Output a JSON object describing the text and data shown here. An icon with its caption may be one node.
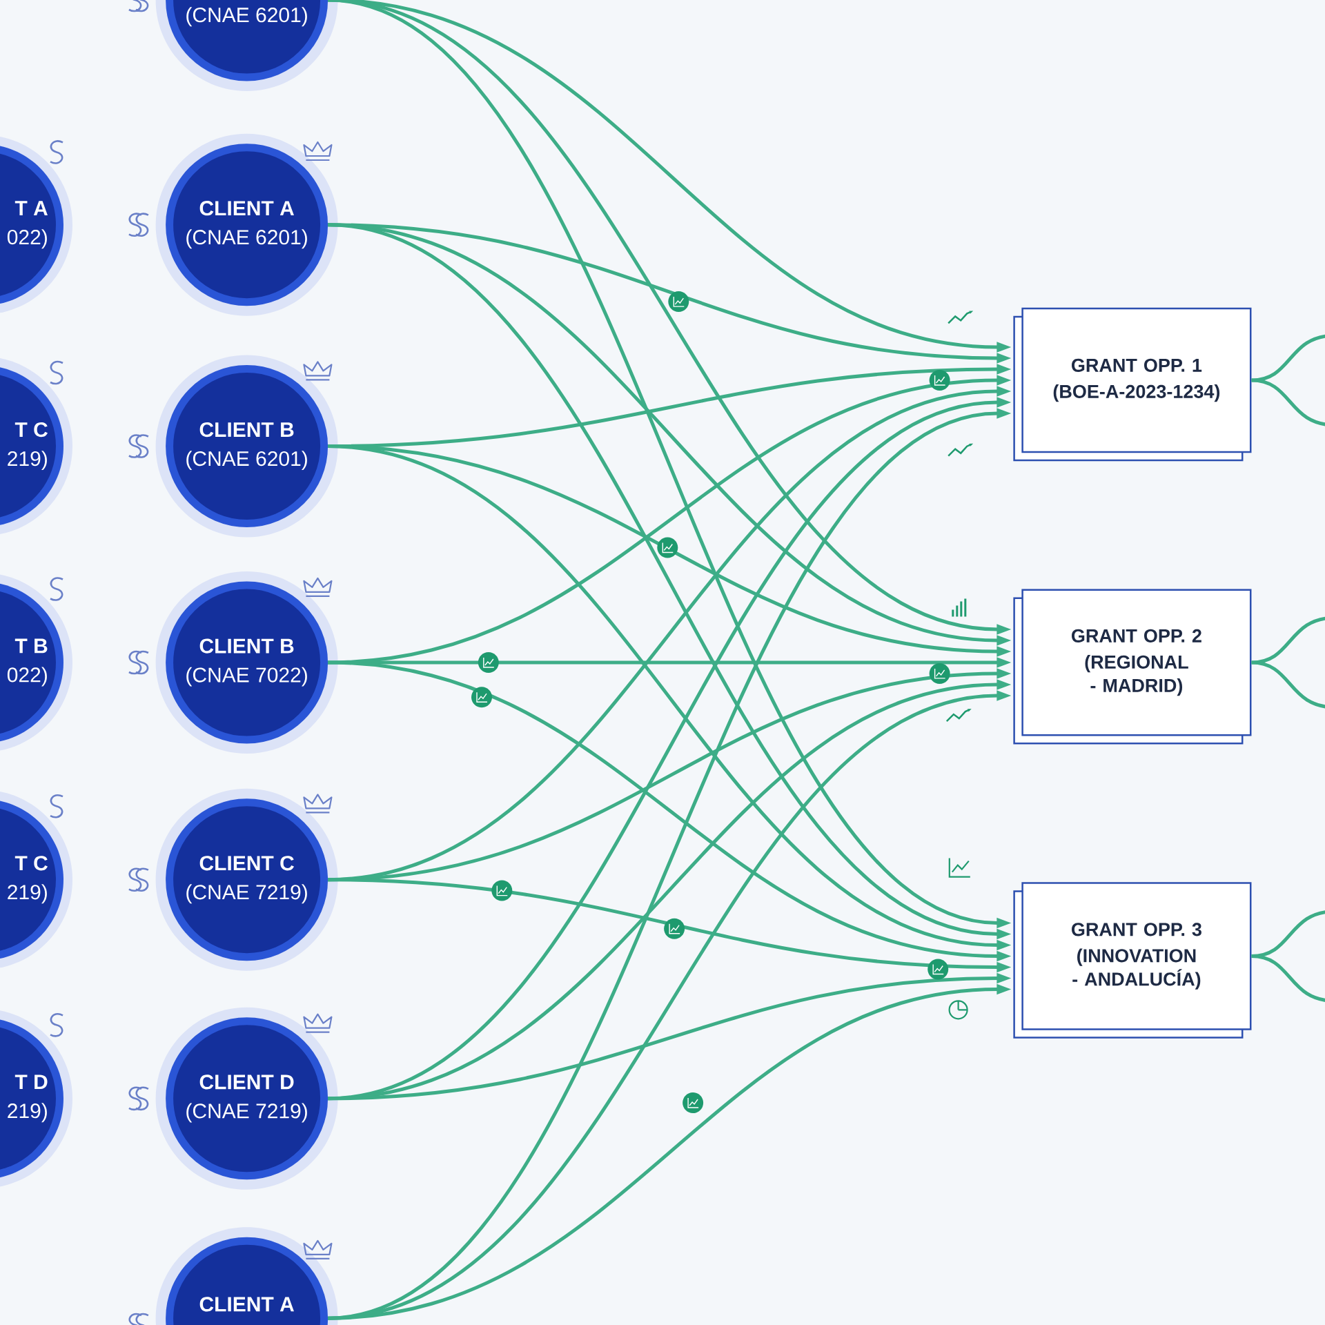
{
  "diagram": {
    "nodes": [
      {
        "text": [
          "T A",
          "022)"
        ]
      },
      {
        "text": [
          "T C",
          "219)"
        ]
      },
      {
        "text": [
          "T B",
          "022)"
        ]
      },
      {
        "text": [
          "T C",
          "219)"
        ]
      },
      {
        "text": [
          "T D",
          "219)"
        ]
      },
      {
        "text": [
          "(CNAE 6201)"
        ]
      },
      {
        "text": [
          "CLIENT A",
          "(CNAE 6201)"
        ]
      },
      {
        "text": [
          "CLIENT B",
          "(CNAE 6201)"
        ]
      },
      {
        "text": [
          "CLIENT B",
          "(CNAE 7022)"
        ]
      },
      {
        "text": [
          "CLIENT C",
          "(CNAE 7219)"
        ]
      },
      {
        "text": [
          "CLIENT D",
          "(CNAE 7219)"
        ]
      },
      {
        "text": [
          "CLIENT A"
        ]
      },
      {
        "text": [
          "GRANT OPP. 1",
          "(BOE-A-2023-1234)"
        ]
      },
      {
        "text": [
          "GRANT OPP. 2",
          "(REGIONAL - MADRID)"
        ]
      },
      {
        "text": [
          "GRANT OPP. 3",
          "(INNOVATION - ANDALUCÍA)"
        ]
      }
    ],
    "edges": [
      {
        "from": 5,
        "to": 12,
        "arrow": "to"
      },
      {
        "from": 5,
        "to": 13,
        "arrow": "to"
      },
      {
        "from": 5,
        "to": 14,
        "arrow": "to"
      },
      {
        "from": 6,
        "to": 12,
        "arrow": "to"
      },
      {
        "from": 6,
        "to": 13,
        "arrow": "to"
      },
      {
        "from": 6,
        "to": 14,
        "arrow": "to"
      },
      {
        "from": 7,
        "to": 12,
        "arrow": "to"
      },
      {
        "from": 7,
        "to": 13,
        "arrow": "to"
      },
      {
        "from": 7,
        "to": 14,
        "arrow": "to"
      },
      {
        "from": 8,
        "to": 12,
        "arrow": "to"
      },
      {
        "from": 8,
        "to": 13,
        "arrow": "to"
      },
      {
        "from": 8,
        "to": 14,
        "arrow": "to"
      },
      {
        "from": 9,
        "to": 12,
        "arrow": "to"
      },
      {
        "from": 9,
        "to": 13,
        "arrow": "to"
      },
      {
        "from": 9,
        "to": 14,
        "arrow": "to"
      },
      {
        "from": 10,
        "to": 12,
        "arrow": "to"
      },
      {
        "from": 10,
        "to": 13,
        "arrow": "to"
      },
      {
        "from": 10,
        "to": 14,
        "arrow": "to"
      },
      {
        "from": 11,
        "to": 12,
        "arrow": "to"
      },
      {
        "from": 11,
        "to": 13,
        "arrow": "to"
      },
      {
        "from": 11,
        "to": 14,
        "arrow": "to"
      },
      {
        "from": 12,
        "to": null,
        "arrow": "none"
      },
      {
        "from": 12,
        "to": null,
        "arrow": "none"
      },
      {
        "from": 13,
        "to": null,
        "arrow": "none"
      },
      {
        "from": 13,
        "to": null,
        "arrow": "none"
      },
      {
        "from": 14,
        "to": null,
        "arrow": "none"
      },
      {
        "from": 14,
        "to": null,
        "arrow": "none"
      }
    ]
  }
}
